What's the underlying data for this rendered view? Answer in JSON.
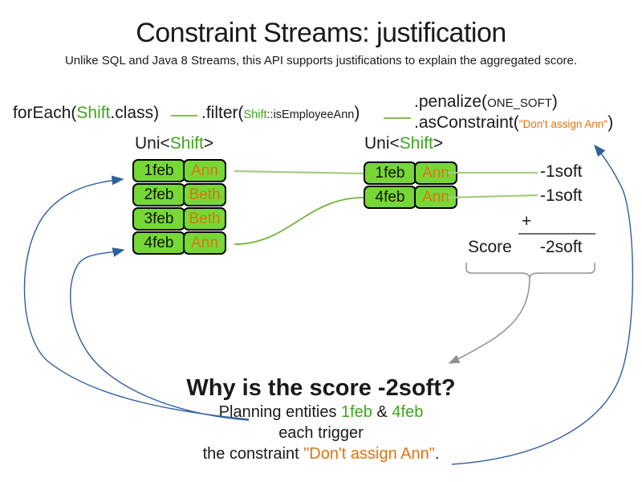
{
  "slide": {
    "title": "Constraint Streams: justification",
    "subtitle": "Unlike SQL and Java 8 Streams, this API supports justifications to explain the aggregated score."
  },
  "colors": {
    "green_text": "#3fa51e",
    "green_box": "#76d737",
    "green_line_light": "#a4cd80",
    "green_line": "#74b23e",
    "orange": "#de740e",
    "blue": "#2f5f9e",
    "gray": "#909090",
    "sum_line": "#6e6e6e",
    "text": "#1a1a1a"
  },
  "code": {
    "foreach_open": "forEach(",
    "foreach_class": "Shift",
    "foreach_close": ".class)",
    "filter_open": ".filter(",
    "filter_arg_class": "Shift",
    "filter_arg_rest": "::isEmployeeAnn",
    "filter_close": ")",
    "penalize_open": ".penalize(",
    "penalize_arg": "ONE_SOFT",
    "penalize_close": ")",
    "asconstraint_open": ".asConstraint(",
    "asconstraint_arg": "\"Don't assign Ann\"",
    "asconstraint_close": ")"
  },
  "left_stream": {
    "type_open": "Uni<",
    "type_param": "Shift",
    "type_close": ">",
    "rows": [
      {
        "date": "1feb",
        "employee": "Ann"
      },
      {
        "date": "2feb",
        "employee": "Beth"
      },
      {
        "date": "3feb",
        "employee": "Beth"
      },
      {
        "date": "4feb",
        "employee": "Ann"
      }
    ]
  },
  "right_stream": {
    "type_open": "Uni<",
    "type_param": "Shift",
    "type_close": ">",
    "rows": [
      {
        "date": "1feb",
        "employee": "Ann"
      },
      {
        "date": "4feb",
        "employee": "Ann"
      }
    ]
  },
  "score_panel": {
    "penalties": [
      "-1soft",
      "-1soft"
    ],
    "plus": "+",
    "score_label": "Score",
    "total": "-2soft"
  },
  "explanation": {
    "heading": "Why is the score -2soft?",
    "line1_prefix": "Planning entities ",
    "line1_entity1": "1feb",
    "line1_mid": " & ",
    "line1_entity2": "4feb",
    "line2": "each trigger",
    "line3_prefix": "the constraint ",
    "line3_constraint": "\"Don't assign Ann\"",
    "line3_suffix": "."
  }
}
